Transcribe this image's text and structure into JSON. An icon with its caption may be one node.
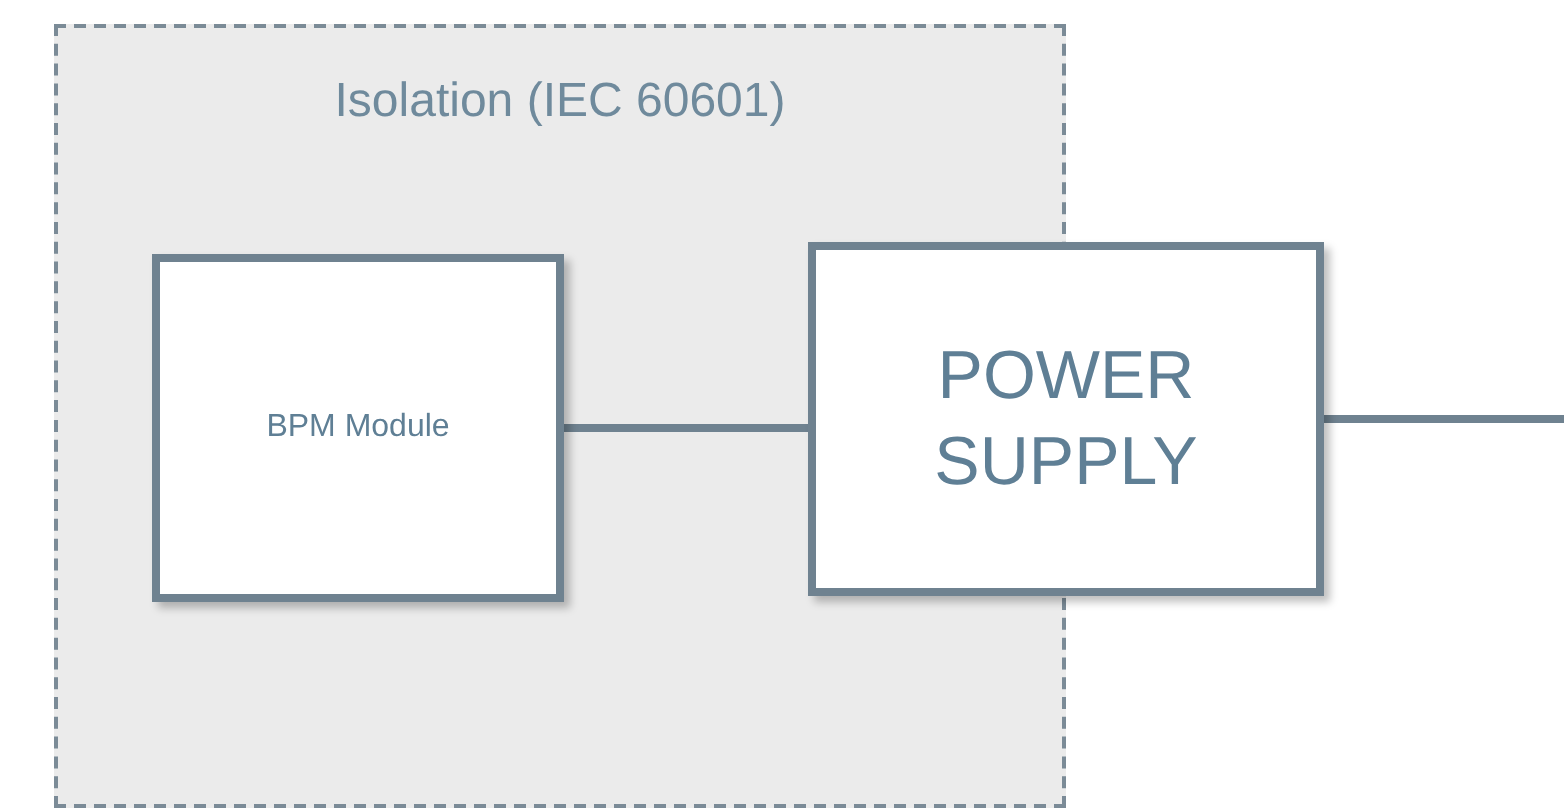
{
  "diagram": {
    "nodes": [
      {
        "text": [
          "Isolation (IEC 60601)"
        ]
      },
      {
        "text": [
          "BPM Module"
        ],
        "in": 0
      },
      {
        "text": [
          "POWER SUPPLY"
        ]
      }
    ],
    "edges": [
      {
        "from": 1,
        "to": 2,
        "arrow": "none"
      },
      {
        "from": 2,
        "to": null,
        "arrow": "none"
      }
    ]
  }
}
